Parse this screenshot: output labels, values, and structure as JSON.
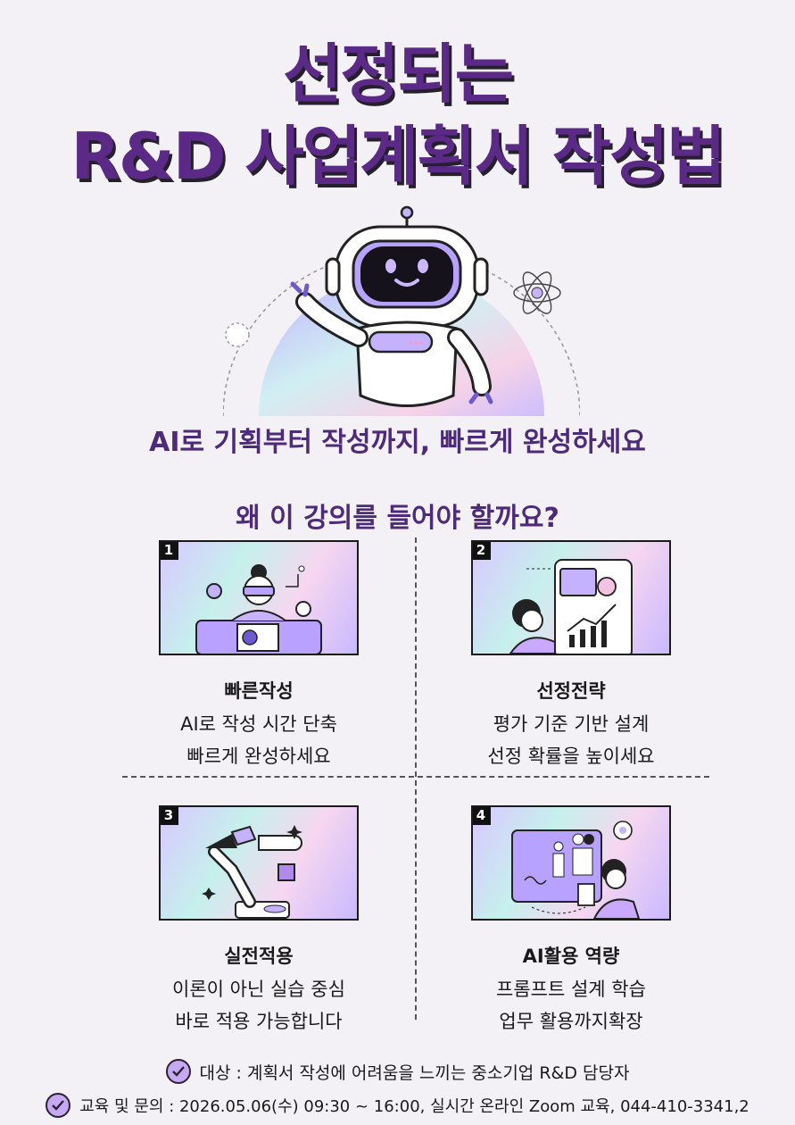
{
  "title_line1": "선정되는",
  "title_line2": "R&D 사업계획서 작성법",
  "subtitle": "AI로 기획부터 작성까지, 빠르게 완성하세요",
  "why_heading": "왜 이 강의를 들어야 할까요?",
  "cards": [
    {
      "num": "1",
      "title": "빠른작성",
      "line1": "AI로 작성 시간 단축",
      "line2": "빠르게 완성하세요"
    },
    {
      "num": "2",
      "title": "선정전략",
      "line1": "평가 기준 기반 설계",
      "line2": "선정 확률을 높이세요"
    },
    {
      "num": "3",
      "title": "실전적용",
      "line1": "이론이 아닌 실습 중심",
      "line2": "바로 적용 가능합니다"
    },
    {
      "num": "4",
      "title": "AI활용 역량",
      "line1": "프롬프트 설계 학습",
      "line2": "업무 활용까지확장"
    }
  ],
  "footer": {
    "target": "대상 : 계획서 작성에 어려움을 느끼는 중소기업 R&D 담당자",
    "contact": "교육 및 문의 : 2026.05.06(수) 09:30 ~ 16:00, 실시간 온라인 Zoom 교육, 044-410-3341,2"
  },
  "colors": {
    "accent": "#5a2a86",
    "check": "#c6a9f2"
  },
  "icons": [
    "robot-icon",
    "atom-icon",
    "check-circle-icon"
  ]
}
